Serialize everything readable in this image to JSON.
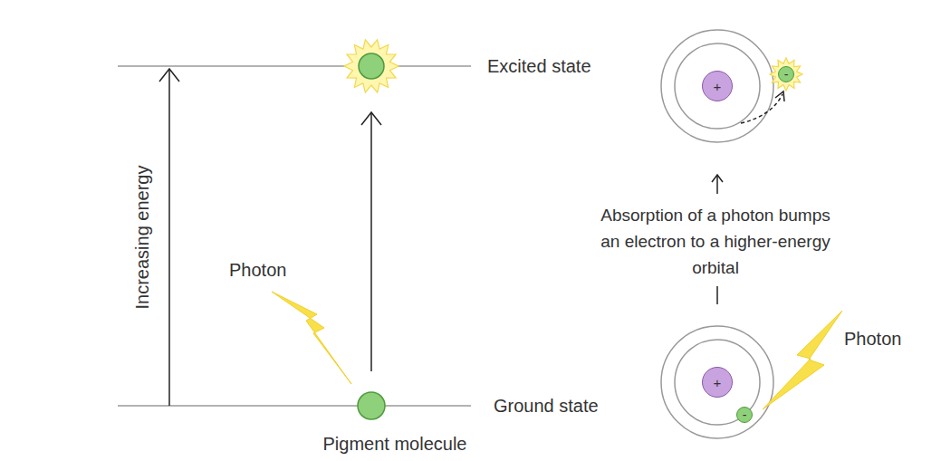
{
  "diagram": {
    "nodes": [
      {
        "text": [
          "+"
        ]
      },
      {
        "text": [
          "-"
        ]
      },
      {
        "text": [
          "+"
        ]
      },
      {
        "text": [
          "-"
        ]
      }
    ],
    "labels": [
      "Excited state",
      "Ground state",
      "Increasing energy",
      "Photon",
      "Pigment molecule",
      "Absorption of a photon bumps an electron to a higher-energy orbital",
      "Photon"
    ]
  }
}
